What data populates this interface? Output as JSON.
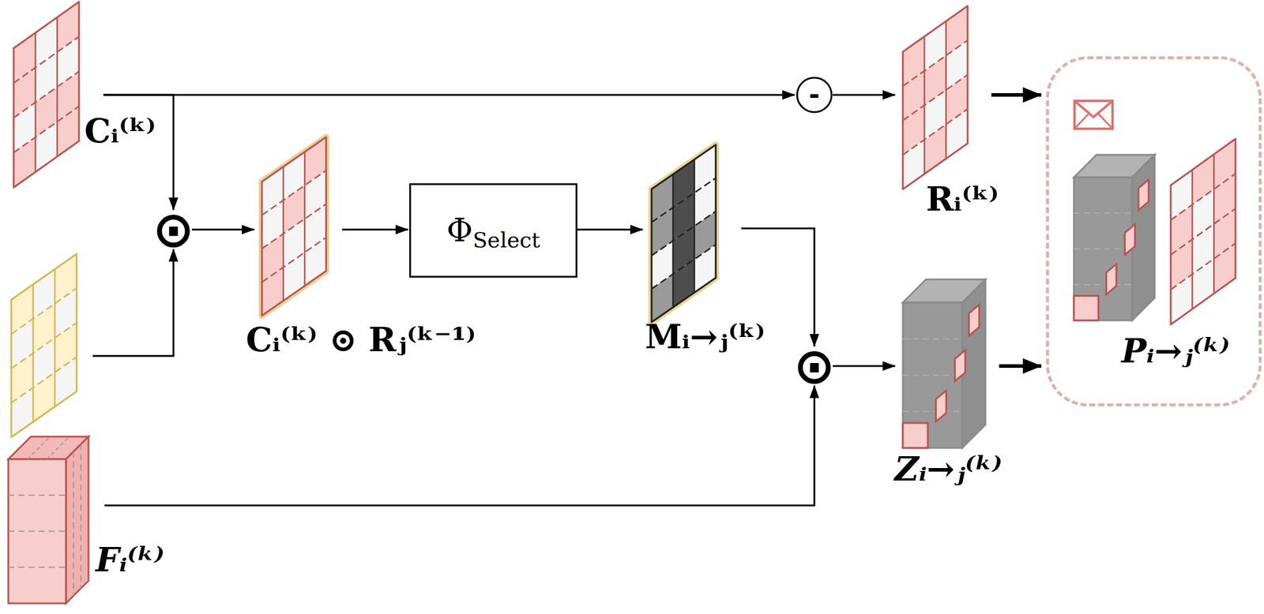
{
  "diagram": {
    "nodes": [
      {
        "text": [
          "Cᵢ⁽ᵏ⁾"
        ]
      },
      {
        "text": [
          "Rⱼ⁽ᵏ⁻¹⁾"
        ]
      },
      {
        "text": [
          "Fᵢ⁽ᵏ⁾"
        ]
      },
      {
        "text": [
          "⊙"
        ]
      },
      {
        "text": [
          "Cᵢ⁽ᵏ⁾ ⊙ Rⱼ⁽ᵏ⁻¹⁾"
        ]
      },
      {
        "text": [
          "Φ",
          "Select"
        ]
      },
      {
        "text": [
          "Mᵢ→ⱼ⁽ᵏ⁾"
        ]
      },
      {
        "text": [
          "⊙"
        ]
      },
      {
        "text": [
          "Zᵢ→ⱼ⁽ᵏ⁾"
        ]
      },
      {
        "text": [
          "-"
        ]
      },
      {
        "text": [
          "Rᵢ⁽ᵏ⁾"
        ]
      },
      {
        "text": [
          "Pᵢ→ⱼ⁽ᵏ⁾"
        ]
      }
    ],
    "edges": [
      {
        "from": 0,
        "to": 9,
        "arrow": "to"
      },
      {
        "from": 0,
        "to": 3,
        "arrow": "to"
      },
      {
        "from": 1,
        "to": 3,
        "arrow": "to"
      },
      {
        "from": 3,
        "to": 4,
        "arrow": "to"
      },
      {
        "from": 4,
        "to": 5,
        "arrow": "to"
      },
      {
        "from": 5,
        "to": 6,
        "arrow": "to"
      },
      {
        "from": 6,
        "to": 7,
        "arrow": "to"
      },
      {
        "from": 2,
        "to": 7,
        "arrow": "to"
      },
      {
        "from": 7,
        "to": 8,
        "arrow": "to"
      },
      {
        "from": 9,
        "to": 10,
        "arrow": "to"
      },
      {
        "from": 10,
        "to": 11,
        "arrow": "to"
      },
      {
        "from": 8,
        "to": 11,
        "arrow": "to"
      }
    ]
  }
}
